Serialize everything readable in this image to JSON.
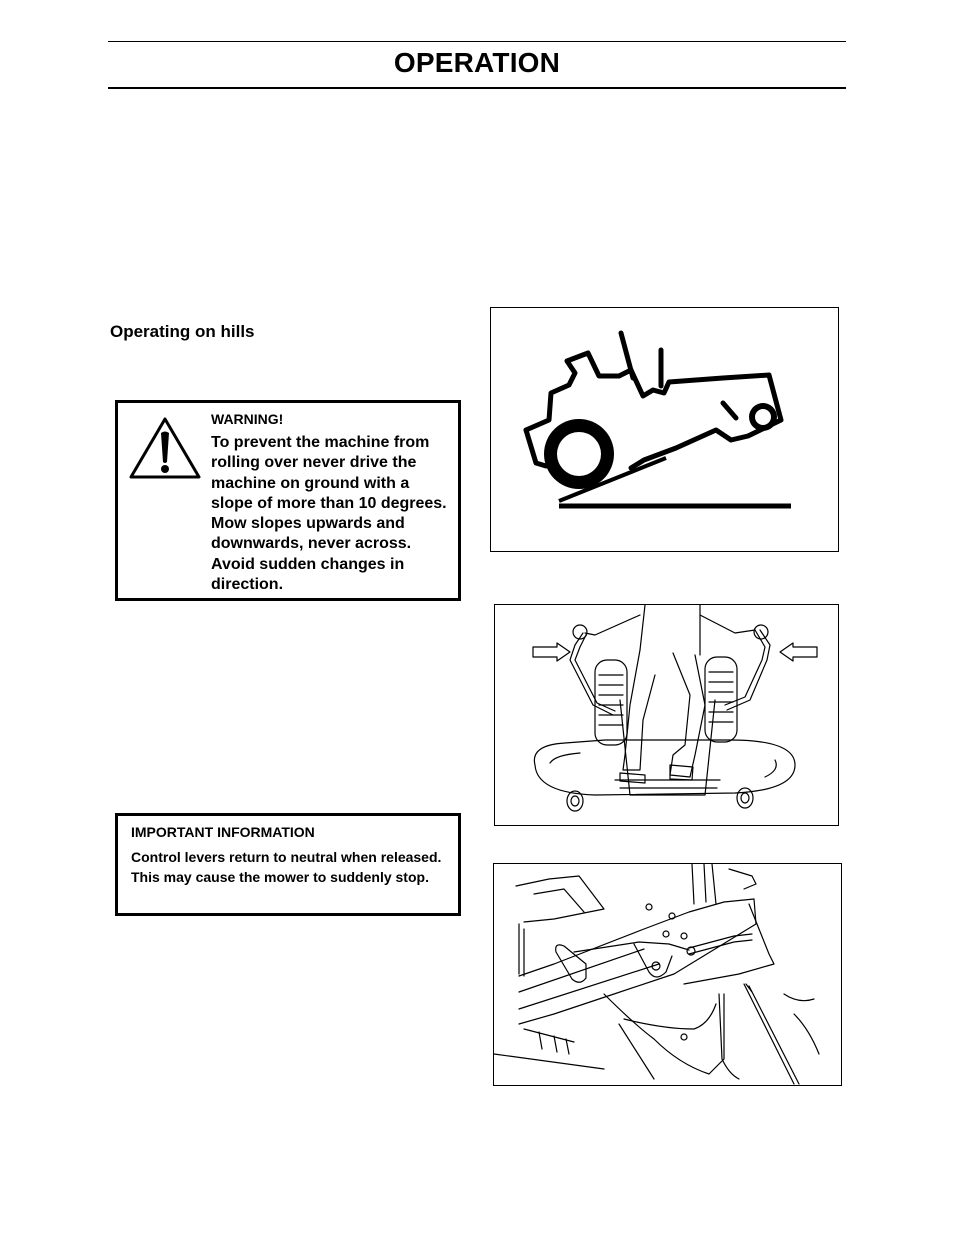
{
  "header": {
    "title": "OPERATION"
  },
  "section": {
    "heading": "Operating on hills"
  },
  "warning": {
    "icon": "warning-triangle-icon",
    "title": "WARNING!",
    "text": "To prevent the machine from rolling over never drive the machine on ground with a slope of more than 10 degrees. Mow slopes upwards and downwards, never across. Avoid sudden changes in direction."
  },
  "important": {
    "title": "IMPORTANT INFORMATION",
    "text": "Control levers return to neutral when released. This may cause the mower to suddenly stop."
  },
  "figures": [
    {
      "name": "mower-on-slope-illustration"
    },
    {
      "name": "operator-control-levers-illustration"
    },
    {
      "name": "lever-linkage-illustration"
    }
  ]
}
